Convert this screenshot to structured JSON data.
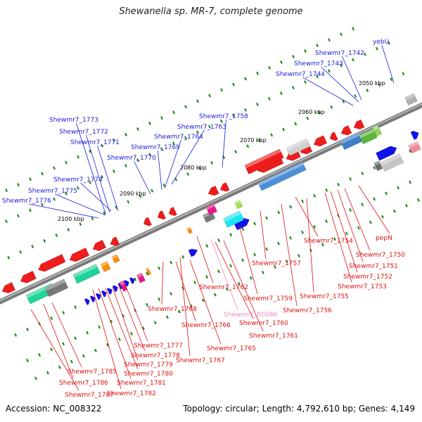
{
  "title": "Shewanella sp. MR-7, complete genome",
  "footer": {
    "accession": "Accession: NC_008322",
    "summary": "Topology: circular; Length: 4,792,610 bp; Genes: 4,149"
  },
  "colors": {
    "forward_label": "#1b1bd8",
    "reverse_label": "#dd1111",
    "rna_label": "#f08ac6",
    "backbone": "#7a7a7a",
    "tick": "#1f8a1f"
  },
  "scale_labels": [
    "2050 kbp",
    "2060 kbp",
    "2070 kbp",
    "2080 kbp",
    "2090 kbp",
    "2100 kbp"
  ],
  "forward_labels": [
    "yebU",
    "Shewmr7_1742",
    "Shewmr7_1743",
    "Shewmr7_1744",
    "Shewmr7_1758",
    "Shewmr7_1763",
    "Shewmr7_1764",
    "Shewmr7_1769",
    "Shewmr7_1770",
    "Shewmr7_1771",
    "Shewmr7_1772",
    "Shewmr7_1773",
    "Shewmr7_1774",
    "Shewmr7_1775",
    "Shewmr7_1776"
  ],
  "reverse_labels": [
    "pepN",
    "Shewmr7_1754",
    "Shewmr7_1750",
    "Shewmr7_1751",
    "Shewmr7_1752",
    "Shewmr7_1753",
    "Shewmr7_1757",
    "Shewmr7_1755",
    "Shewmr7_1756",
    "Shewmr7_1759",
    "Shewmr7_1762",
    "Shewmr7_R0086",
    "Shewmr7_1760",
    "Shewmr7_1761",
    "Shewmr7_1768",
    "Shewmr7_1766",
    "Shewmr7_1765",
    "Shewmr7_1767",
    "Shewmr7_1777",
    "Shewmr7_1778",
    "Shewmr7_1779",
    "Shewmr7_1780",
    "Shewmr7_1781",
    "Shewmr7_1782",
    "Shewmr7_1785",
    "Shewmr7_1786",
    "Shewmr7_1787"
  ]
}
